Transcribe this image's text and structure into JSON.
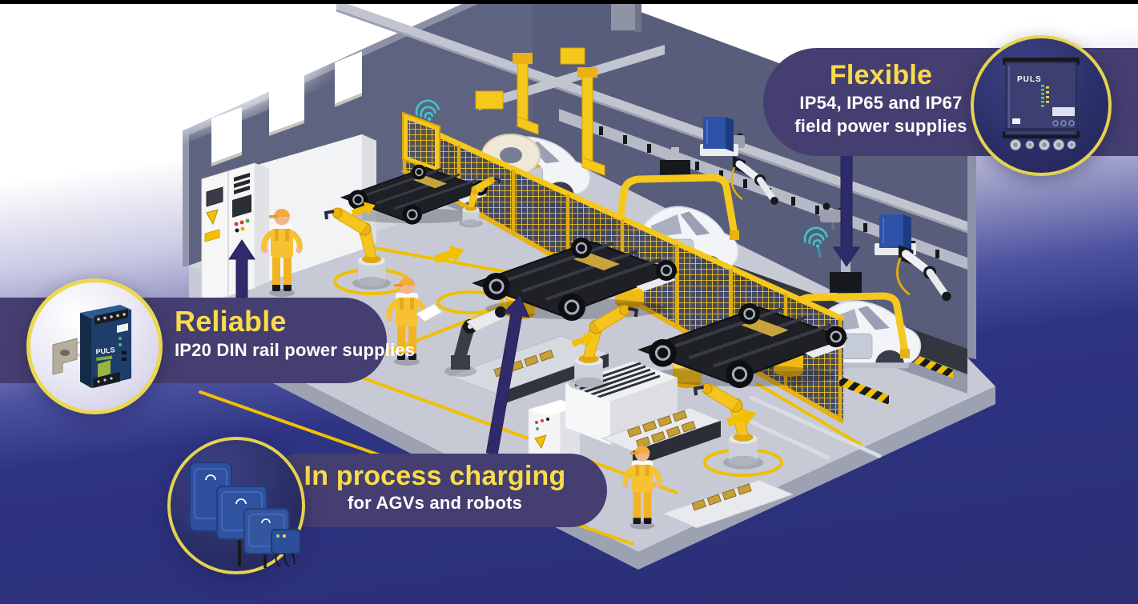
{
  "page": {
    "top_bar_color": "#000000",
    "background_gradient": [
      "#ffffff",
      "#c9c9e3",
      "#8e90bf",
      "#4d52a0",
      "#2e3383",
      "#2b2f74"
    ]
  },
  "callouts": {
    "flexible": {
      "title": "Flexible",
      "subtitle_line1": "IP54, IP65 and IP67",
      "subtitle_line2": "field power supplies",
      "band_color": "#453e70",
      "title_color": "#f8dc4a",
      "ring_color": "#e3d34f",
      "product": {
        "name": "fiepos-field-power-supply",
        "brand_label": "PULS"
      }
    },
    "reliable": {
      "title": "Reliable",
      "subtitle": "IP20 DIN rail power supplies",
      "band_color": "#453e70",
      "title_color": "#f8dc4a",
      "ring_color": "#ecd84e",
      "product": {
        "name": "din-rail-power-supply",
        "brand_label": "PULS"
      }
    },
    "in_process_charging": {
      "title": "In process charging",
      "subtitle": "for AGVs and robots",
      "band_color": "#453e70",
      "title_color": "#f8dc4a",
      "ring_color": "#e3d34f",
      "product": {
        "name": "wireless-charging-system"
      }
    }
  },
  "scene": {
    "type": "isometric-factory-illustration",
    "subject": "electric-vehicle-assembly-line",
    "elements": [
      "factory-walls",
      "windows",
      "overhead-rails",
      "gantry-carriers",
      "car-bodies",
      "ev-skateboard-chassis",
      "agv-charging-pucks",
      "robot-arms",
      "safety-mesh-fence",
      "control-cabinets",
      "battery-conveyors",
      "workers",
      "floor-arrows",
      "floor-lane-lines",
      "wifi-signals",
      "field-power-boxes",
      "hazard-stripes",
      "cable-spool",
      "hoist-trolleys"
    ],
    "colors": {
      "wall": "#5e6480",
      "floor": "#c7cad4",
      "machine_yellow": "#f3c318",
      "hazard_black": "#17181c",
      "pointer_arrow_navy": "#2f2b6a",
      "wifi_teal": "#3bc8ca",
      "chassis_black": "#1e2026",
      "car_body_white": "#f2f4f8",
      "product_blue": "#2e509e"
    }
  }
}
